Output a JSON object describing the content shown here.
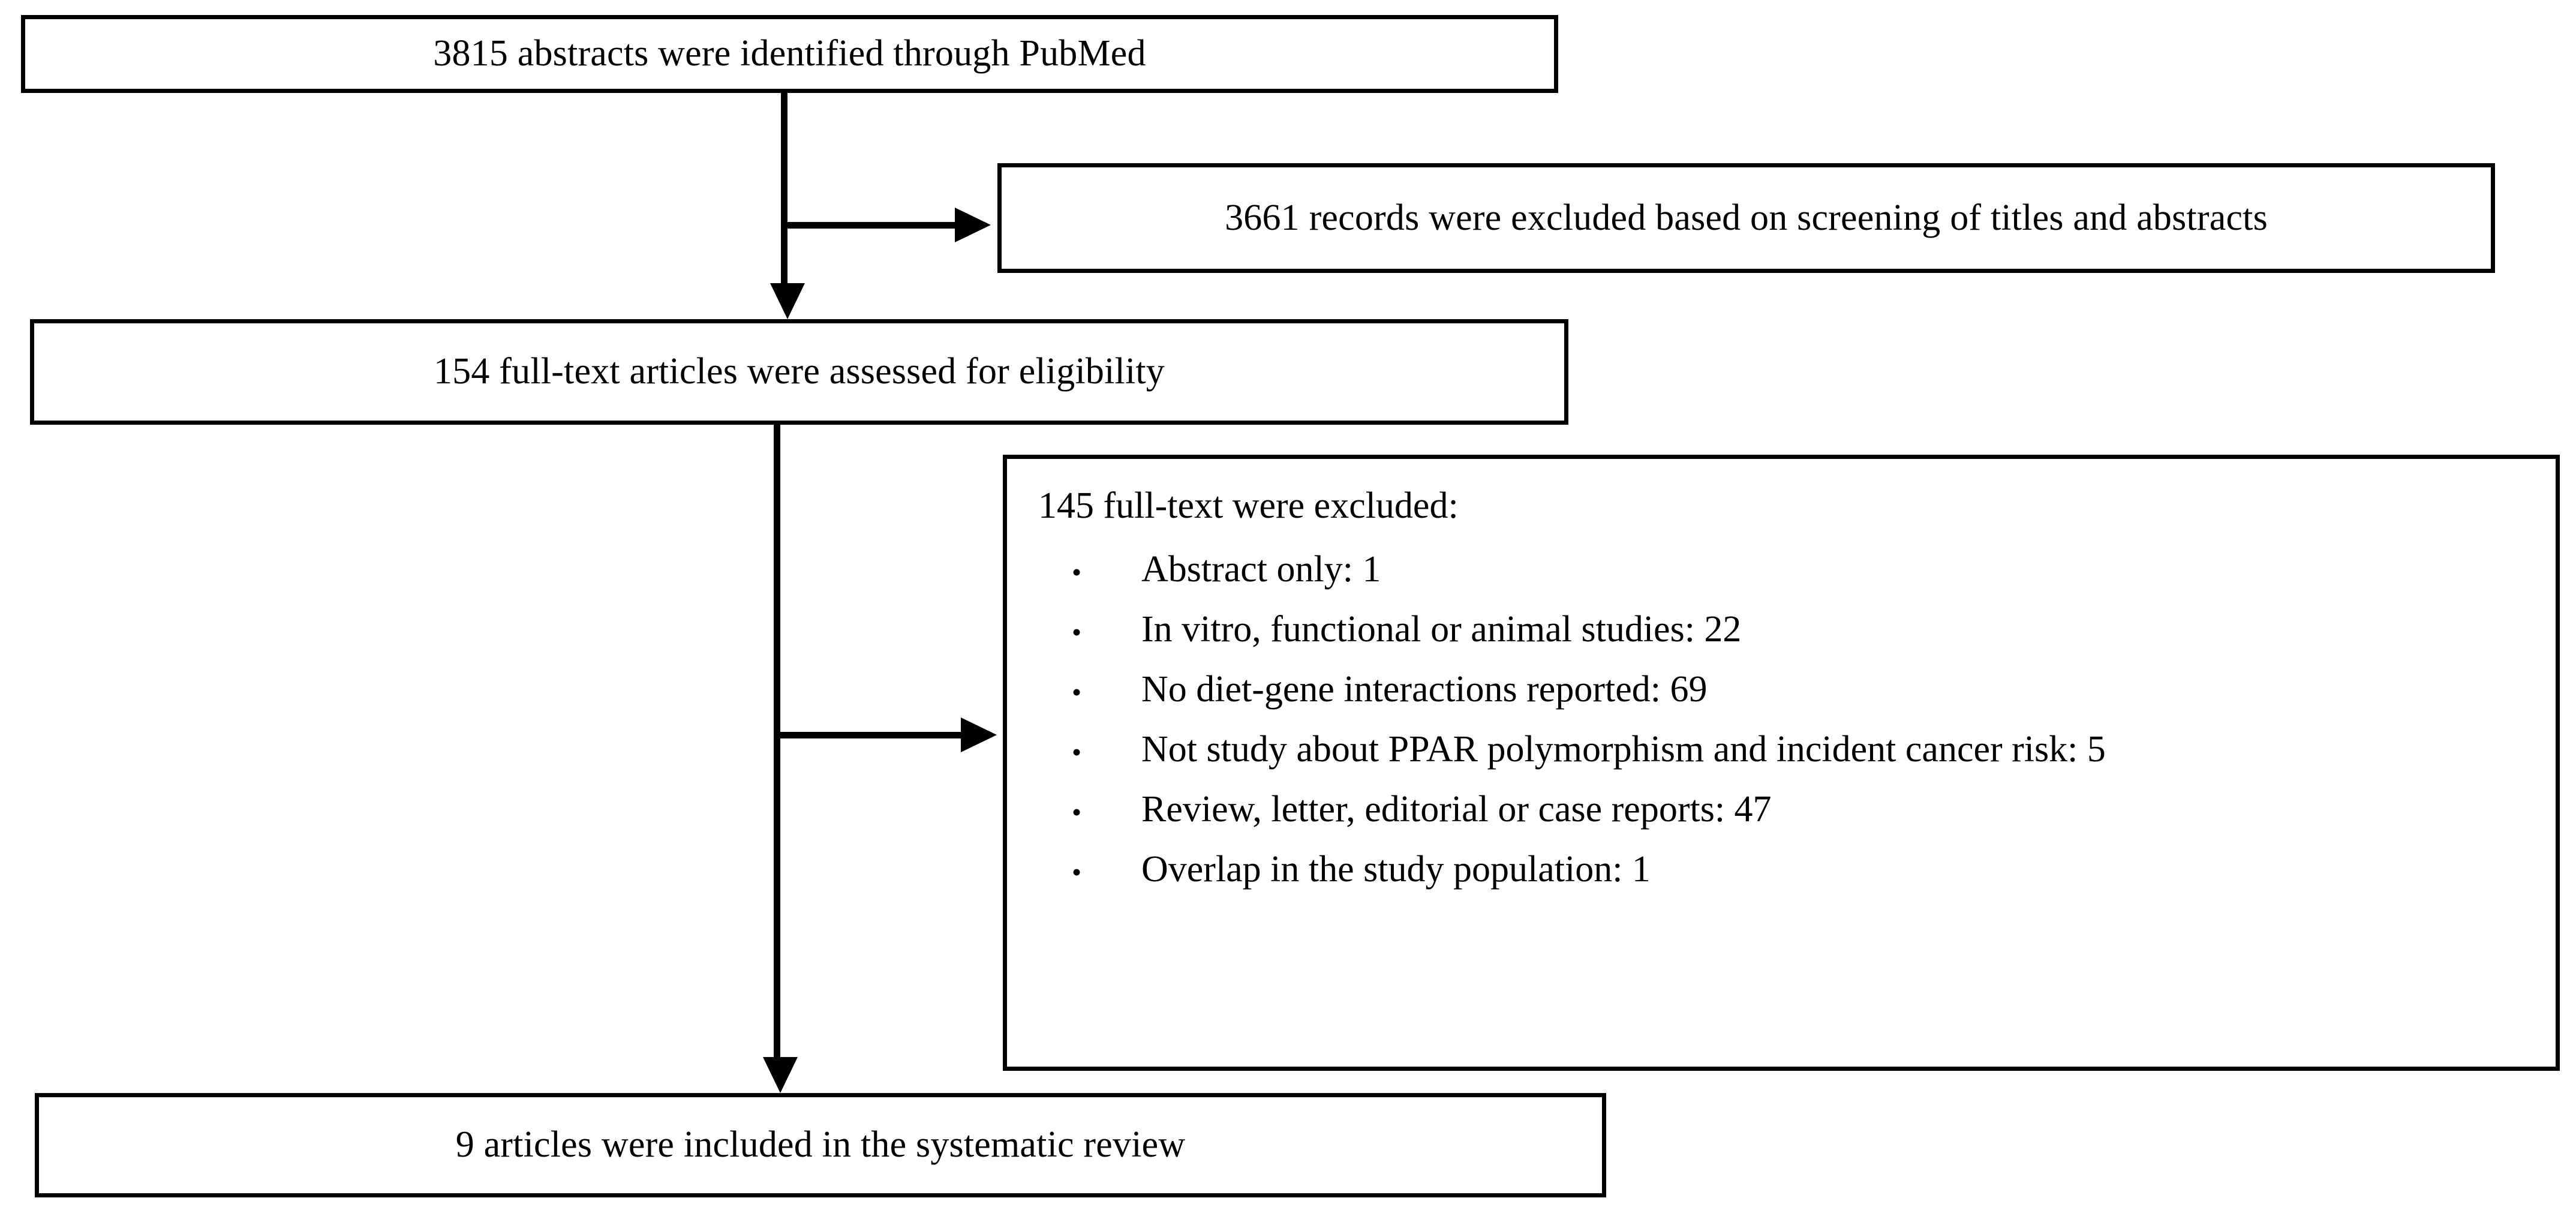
{
  "diagram": {
    "type": "prisma-flow-diagram",
    "title": "",
    "boxes": [
      {
        "id": "identified",
        "label": "3815 abstracts were identified through PubMed",
        "count": 3815
      },
      {
        "id": "screening-excluded",
        "label": "3661 records were excluded based on screening of titles and abstracts",
        "count": 3661
      },
      {
        "id": "fulltext-assessed",
        "label": "154 full-text articles were assessed for eligibility",
        "count": 154
      },
      {
        "id": "fulltext-excluded",
        "heading": "145 full-text were excluded:",
        "count": 145,
        "reasons": [
          {
            "marker": "•",
            "label": "Abstract only: 1",
            "count": 1
          },
          {
            "marker": "•",
            "label": "In vitro, functional or animal studies: 22",
            "count": 22
          },
          {
            "marker": "•",
            "label": "No diet-gene interactions reported: 69",
            "count": 69
          },
          {
            "marker": "•",
            "label": "Not study about PPAR polymorphism and incident cancer risk: 5",
            "count": 5
          },
          {
            "marker": "•",
            "label": "Review, letter, editorial or case reports: 47",
            "count": 47
          },
          {
            "marker": "•",
            "label": "Overlap in the study population: 1",
            "count": 1
          }
        ]
      },
      {
        "id": "included",
        "label": "9 articles were included in the systematic review",
        "count": 9
      }
    ],
    "colors": {
      "stroke": "#000000",
      "fill": "#ffffff",
      "text": "#000000"
    }
  }
}
